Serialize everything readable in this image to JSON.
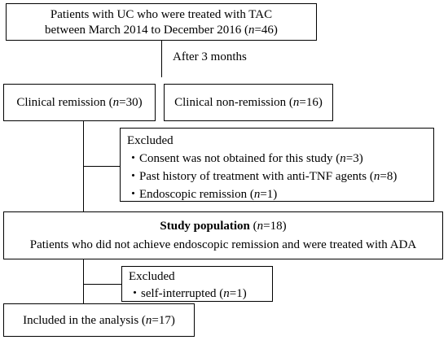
{
  "top_box": {
    "line1": "Patients with UC who were treated with TAC",
    "line2_pre": "between March 2014 to December 2016 (",
    "n_label": "n",
    "line2_post": "=46)"
  },
  "after_label": "After 3 months",
  "remission_box": {
    "pre": "Clinical remission (",
    "n_label": "n",
    "post": "=30)"
  },
  "nonremission_box": {
    "pre": "Clinical non-remission (",
    "n_label": "n",
    "post": "=16)"
  },
  "excluded1": {
    "title": "Excluded",
    "bullet": "・",
    "items": [
      {
        "pre": "Consent was not obtained for this study (",
        "n_label": "n",
        "post": "=3)"
      },
      {
        "pre": "Past history of treatment with anti-TNF agents (",
        "n_label": "n",
        "post": "=8)"
      },
      {
        "pre": "Endoscopic remission (",
        "n_label": "n",
        "post": "=1)"
      }
    ]
  },
  "study_box": {
    "title_bold": "Study population",
    "title_pre": " (",
    "n_label": "n",
    "title_post": "=18)",
    "line2": "Patients who did not achieve endoscopic remission and were treated with ADA"
  },
  "excluded2": {
    "title": "Excluded",
    "bullet": "・",
    "item": {
      "pre": "self-interrupted (",
      "n_label": "n",
      "post": "=1)"
    }
  },
  "analysis_box": {
    "pre": "Included in the analysis (",
    "n_label": "n",
    "post": "=17)"
  }
}
